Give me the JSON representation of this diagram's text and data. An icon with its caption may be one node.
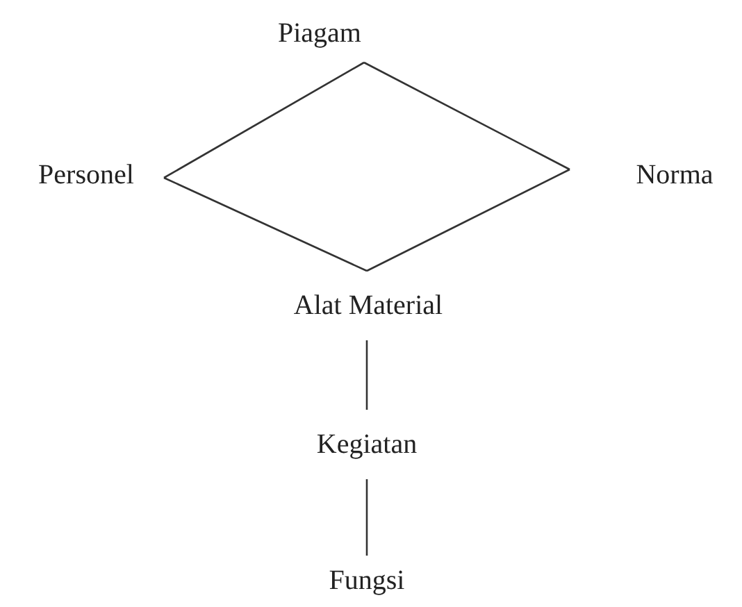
{
  "diagram": {
    "nodes": [
      {
        "text": [
          "Piagam"
        ]
      },
      {
        "text": [
          "Personel"
        ]
      },
      {
        "text": [
          "Norma"
        ]
      },
      {
        "text": [
          "Alat Material"
        ]
      },
      {
        "text": [
          "Kegiatan"
        ]
      },
      {
        "text": [
          "Fungsi"
        ]
      }
    ],
    "edges": [
      {
        "from": 0,
        "to": 1,
        "arrow": "none"
      },
      {
        "from": 0,
        "to": 2,
        "arrow": "none"
      },
      {
        "from": 1,
        "to": 3,
        "arrow": "none"
      },
      {
        "from": 2,
        "to": 3,
        "arrow": "none"
      },
      {
        "from": 3,
        "to": 4,
        "arrow": "none"
      },
      {
        "from": 4,
        "to": 5,
        "arrow": "none"
      }
    ]
  }
}
